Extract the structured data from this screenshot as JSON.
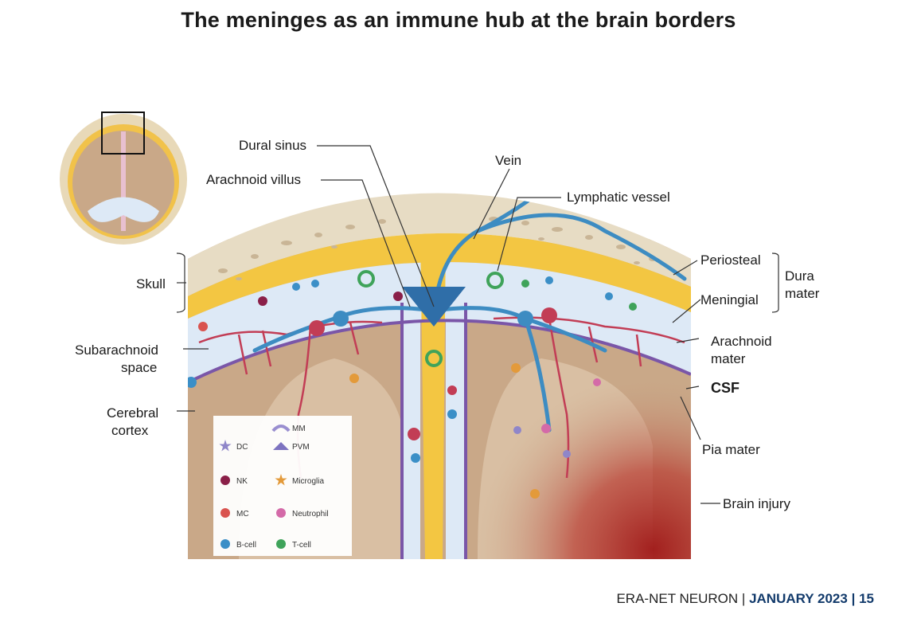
{
  "title": "The meninges as an immune hub at the brain borders",
  "labels": {
    "dural_sinus": "Dural sinus",
    "arachnoid_villus": "Arachnoid villus",
    "vein": "Vein",
    "lymphatic_vessel": "Lymphatic vessel",
    "skull": "Skull",
    "periosteal": "Periosteal",
    "meningial": "Meningial",
    "dura_line1": "Dura",
    "dura_line2": "mater",
    "arachnoid_line1": "Arachnoid",
    "arachnoid_line2": "mater",
    "csf": "CSF",
    "subarachnoid_line1": "Subarachnoid",
    "subarachnoid_line2": "space",
    "cerebral_line1": "Cerebral",
    "cerebral_line2": "cortex",
    "pia_mater": "Pia mater",
    "brain_injury": "Brain injury"
  },
  "legend": [
    {
      "label": "DC",
      "color": "#8f86c9",
      "shape": "star"
    },
    {
      "label": "MM",
      "color": "#9a8fd0",
      "shape": "curve"
    },
    {
      "label": "PVM",
      "color": "#7d73c0",
      "shape": "tri"
    },
    {
      "label": "NK",
      "color": "#8a1f48",
      "shape": "circle"
    },
    {
      "label": "Microglia",
      "color": "#e39a3a",
      "shape": "star"
    },
    {
      "label": "MC",
      "color": "#d9534f",
      "shape": "circle"
    },
    {
      "label": "Neutrophil",
      "color": "#d46aa8",
      "shape": "circle"
    },
    {
      "label": "B-cell",
      "color": "#3b8fc7",
      "shape": "circle"
    },
    {
      "label": "T-cell",
      "color": "#3fa35a",
      "shape": "circle"
    }
  ],
  "colors": {
    "bone": "#e7dcc4",
    "bone_spots": "#c9b596",
    "dura": "#f3c642",
    "subarachnoid": "#dde9f6",
    "vessel_blue": "#3d8cc2",
    "vessel_red": "#c23d55",
    "pia": "#7a56a8",
    "brain": "#c9a888",
    "injury": "#a82020"
  },
  "footer": {
    "org": "ERA-NET NEURON",
    "date": "JANUARY 2023",
    "page": "15"
  }
}
